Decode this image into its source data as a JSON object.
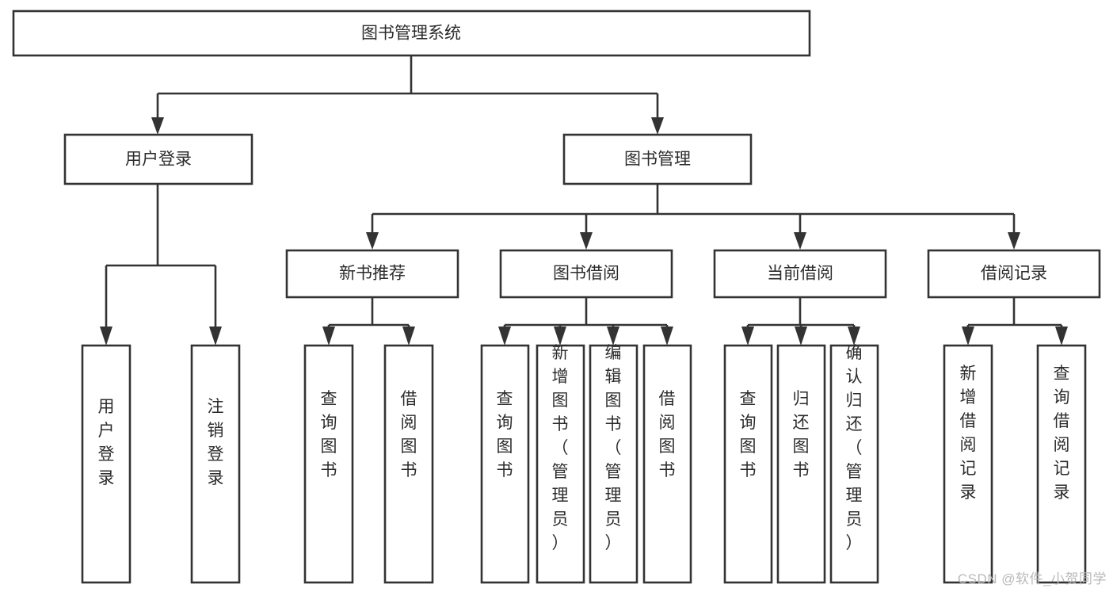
{
  "diagram": {
    "type": "hierarchy-tree",
    "title": "图书管理系统",
    "watermark": "CSDN @软件_小贺同学",
    "colors": {
      "stroke": "#333333",
      "fill": "#ffffff",
      "text": "#2b2b2b",
      "watermark": "#b9b9b9"
    },
    "levels": {
      "root": {
        "label": "图书管理系统"
      },
      "level2": [
        {
          "label": "用户登录"
        },
        {
          "label": "图书管理"
        }
      ],
      "level3": [
        {
          "label": "新书推荐"
        },
        {
          "label": "图书借阅"
        },
        {
          "label": "当前借阅"
        },
        {
          "label": "借阅记录"
        }
      ],
      "leaves": {
        "user_login": [
          {
            "label": "用户登录"
          },
          {
            "label": "注销登录"
          }
        ],
        "new_book_recommend": [
          {
            "label": "查询图书"
          },
          {
            "label": "借阅图书"
          }
        ],
        "book_borrow": [
          {
            "label": "查询图书"
          },
          {
            "label": "新增图书（管理员）"
          },
          {
            "label": "编辑图书（管理员）"
          },
          {
            "label": "借阅图书"
          }
        ],
        "current_borrow": [
          {
            "label": "查询图书"
          },
          {
            "label": "归还图书"
          },
          {
            "label": "确认归还（管理员）"
          }
        ],
        "borrow_record": [
          {
            "label": "新增借阅记录"
          },
          {
            "label": "查询借阅记录"
          }
        ]
      }
    }
  }
}
